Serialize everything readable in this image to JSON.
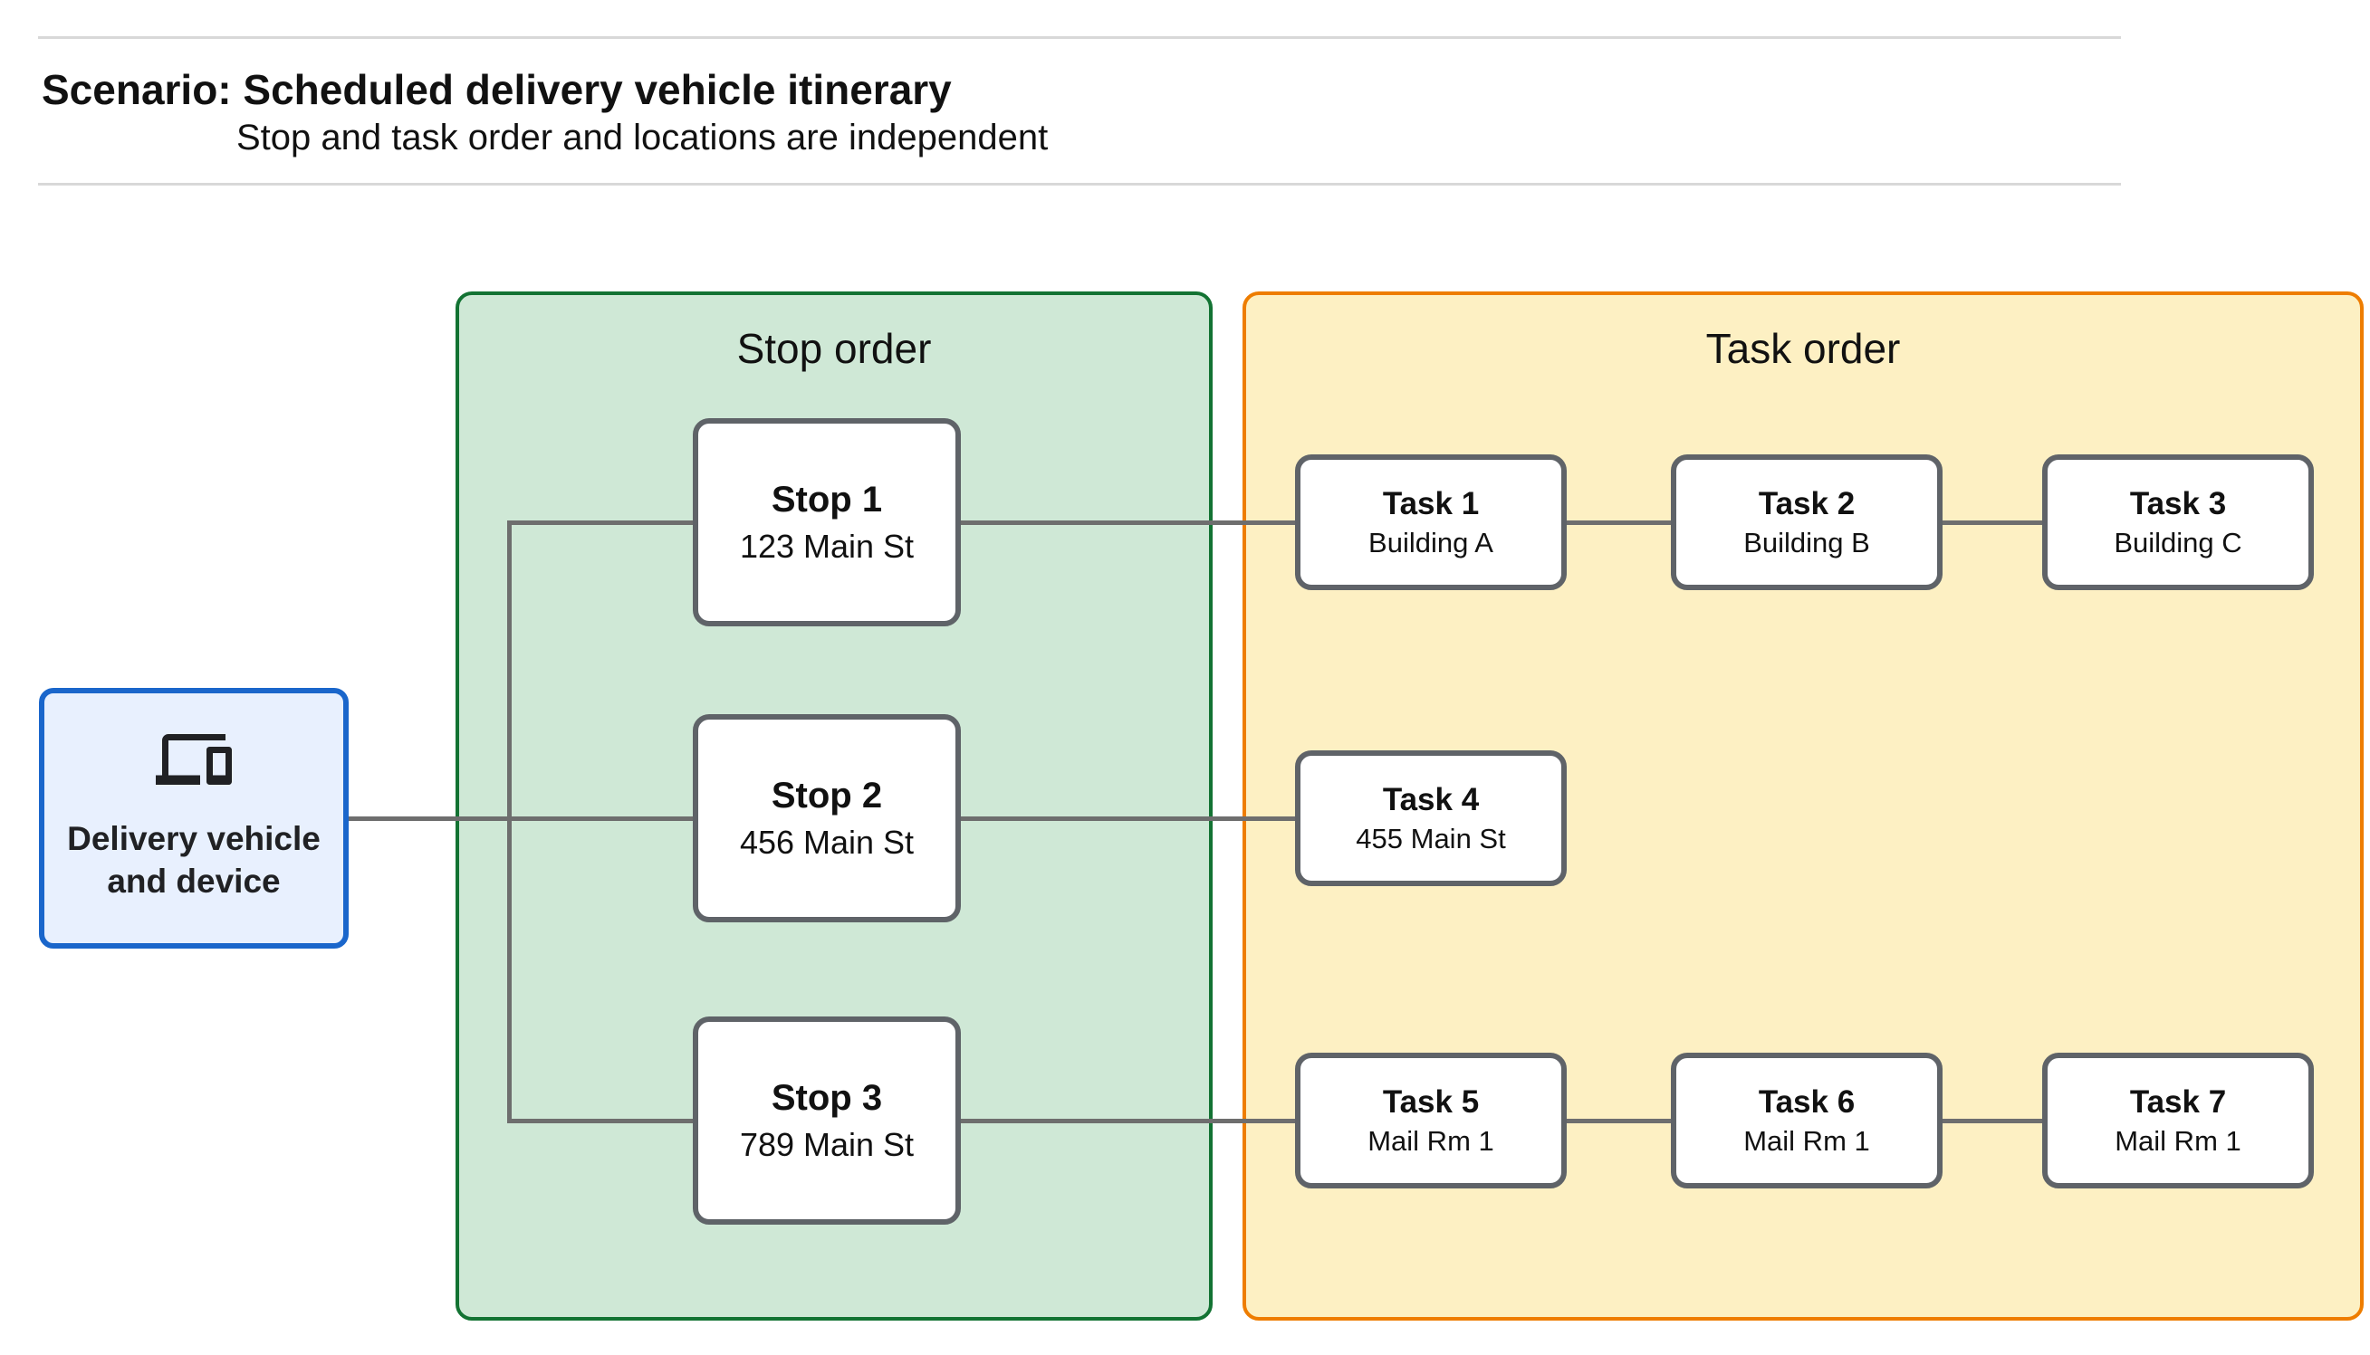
{
  "header": {
    "title": "Scenario: Scheduled delivery vehicle itinerary",
    "subtitle": "Stop and task order and locations are independent"
  },
  "vehicle": {
    "icon": "devices-icon",
    "label_lines": [
      "Delivery vehicle",
      "and device"
    ]
  },
  "stop_panel": {
    "title": "Stop order",
    "fill": "#CFE8D6",
    "border": "#137333"
  },
  "task_panel": {
    "title": "Task order",
    "fill": "#FDF0C3",
    "border": "#EE7D00"
  },
  "stops": [
    {
      "title": "Stop 1",
      "subtitle": "123 Main St"
    },
    {
      "title": "Stop 2",
      "subtitle": "456 Main St"
    },
    {
      "title": "Stop 3",
      "subtitle": "789 Main St"
    }
  ],
  "tasks": [
    {
      "title": "Task 1",
      "subtitle": "Building A"
    },
    {
      "title": "Task 2",
      "subtitle": "Building B"
    },
    {
      "title": "Task 3",
      "subtitle": "Building C"
    },
    {
      "title": "Task 4",
      "subtitle": "455 Main St"
    },
    {
      "title": "Task 5",
      "subtitle": "Mail Rm 1"
    },
    {
      "title": "Task 6",
      "subtitle": "Mail Rm 1"
    },
    {
      "title": "Task 7",
      "subtitle": "Mail Rm 1"
    }
  ],
  "colors": {
    "vehicle_fill": "#E8F0FE",
    "vehicle_border": "#1A66CB",
    "connector": "#6E6E6E",
    "node_border": "#5F6368",
    "rule": "#D8D8D8"
  }
}
